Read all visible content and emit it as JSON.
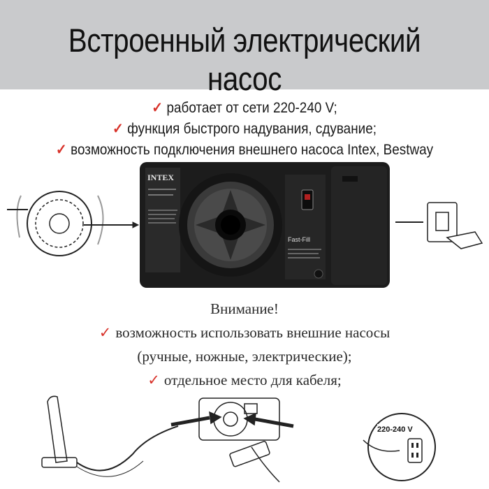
{
  "title": "Встроенный электрический насос",
  "features": [
    "работает от сети 220-240 V;",
    "функция быстрого надувания, сдувание;",
    "возможность подключения внешнего насоса Intex, Bestway"
  ],
  "attention": {
    "heading": "Внимание!",
    "lines": [
      "возможность использовать внешние насосы",
      "(ручные, ножные, электрические);",
      "отдельное место для кабеля;"
    ]
  },
  "pump_labels": {
    "brand": "INTEX",
    "fast_fill": "Fast-Fill",
    "voltage": "220-240 V"
  },
  "check_mark": "✓",
  "colors": {
    "banner": "#c9cacc",
    "check": "#d8322a",
    "pump_body": "#1c1c1c"
  }
}
